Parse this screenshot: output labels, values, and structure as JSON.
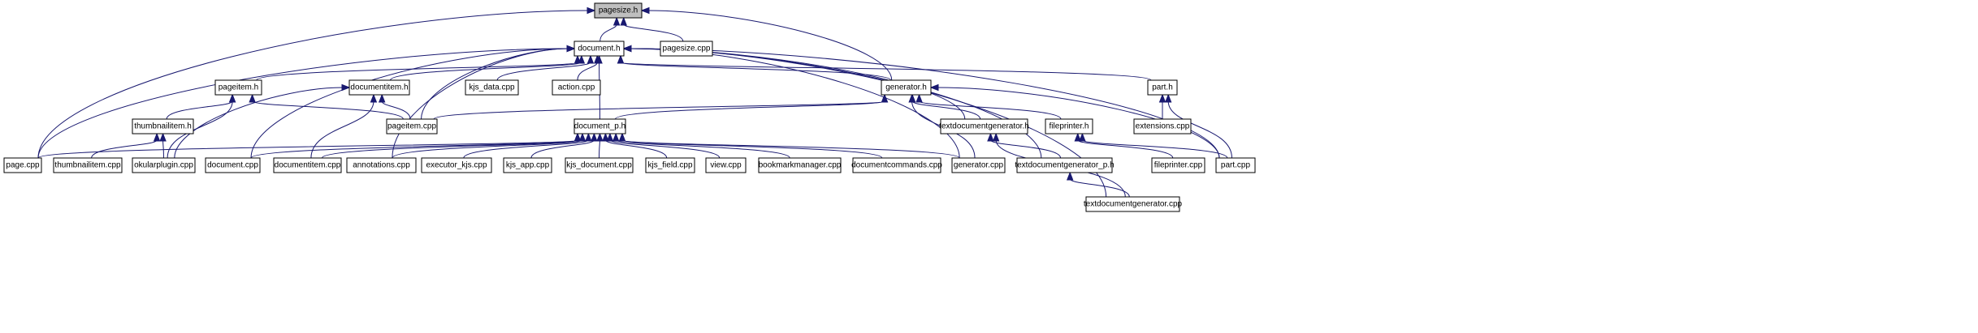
{
  "graph": {
    "title": "pagesize.h include dependency graph",
    "root": "pagesize.h",
    "colors": {
      "edge": "#191970",
      "root_fill": "#bfbfbf",
      "node_fill": "#ffffff",
      "border": "#000000"
    },
    "nodes": [
      {
        "id": "pagesize_h",
        "label": "pagesize.h",
        "root": true
      },
      {
        "id": "document_h",
        "label": "document.h"
      },
      {
        "id": "pagesize_cpp",
        "label": "pagesize.cpp"
      },
      {
        "id": "pageitem_h",
        "label": "pageitem.h"
      },
      {
        "id": "documentitem_h",
        "label": "documentitem.h"
      },
      {
        "id": "kjs_data_cpp",
        "label": "kjs_data.cpp"
      },
      {
        "id": "action_cpp",
        "label": "action.cpp"
      },
      {
        "id": "generator_h",
        "label": "generator.h"
      },
      {
        "id": "part_h",
        "label": "part.h"
      },
      {
        "id": "thumbnailitem_h",
        "label": "thumbnailitem.h"
      },
      {
        "id": "pageitem_cpp",
        "label": "pageitem.cpp"
      },
      {
        "id": "document_p_h",
        "label": "document_p.h"
      },
      {
        "id": "textdocumentgenerator_h",
        "label": "textdocumentgenerator.h"
      },
      {
        "id": "fileprinter_h",
        "label": "fileprinter.h"
      },
      {
        "id": "extensions_cpp",
        "label": "extensions.cpp"
      },
      {
        "id": "page_cpp",
        "label": "page.cpp"
      },
      {
        "id": "thumbnailitem_cpp",
        "label": "thumbnailitem.cpp"
      },
      {
        "id": "okularplugin_cpp",
        "label": "okularplugin.cpp"
      },
      {
        "id": "document_cpp",
        "label": "document.cpp"
      },
      {
        "id": "documentitem_cpp",
        "label": "documentitem.cpp"
      },
      {
        "id": "annotations_cpp",
        "label": "annotations.cpp"
      },
      {
        "id": "executor_kjs_cpp",
        "label": "executor_kjs.cpp"
      },
      {
        "id": "kjs_app_cpp",
        "label": "kjs_app.cpp"
      },
      {
        "id": "kjs_document_cpp",
        "label": "kjs_document.cpp"
      },
      {
        "id": "kjs_field_cpp",
        "label": "kjs_field.cpp"
      },
      {
        "id": "view_cpp",
        "label": "view.cpp"
      },
      {
        "id": "bookmarkmanager_cpp",
        "label": "bookmarkmanager.cpp"
      },
      {
        "id": "documentcommands_cpp",
        "label": "documentcommands.cpp"
      },
      {
        "id": "generator_cpp",
        "label": "generator.cpp"
      },
      {
        "id": "textdocumentgenerator_p_h",
        "label": "textdocumentgenerator_p.h"
      },
      {
        "id": "fileprinter_cpp",
        "label": "fileprinter.cpp"
      },
      {
        "id": "part_cpp",
        "label": "part.cpp"
      },
      {
        "id": "textdocumentgenerator_cpp",
        "label": "textdocumentgenerator.cpp"
      }
    ],
    "edges": [
      [
        "page_cpp",
        "pagesize_h"
      ],
      [
        "document_h",
        "pagesize_h"
      ],
      [
        "generator_h",
        "pagesize_h"
      ],
      [
        "pagesize_cpp",
        "pagesize_h"
      ],
      [
        "page_cpp",
        "document_h"
      ],
      [
        "pageitem_h",
        "document_h"
      ],
      [
        "documentitem_h",
        "document_h"
      ],
      [
        "kjs_data_cpp",
        "document_h"
      ],
      [
        "action_cpp",
        "document_h"
      ],
      [
        "generator_h",
        "document_h"
      ],
      [
        "part_h",
        "document_h"
      ],
      [
        "pageitem_cpp",
        "document_h"
      ],
      [
        "document_p_h",
        "document_h"
      ],
      [
        "textdocumentgenerator_h",
        "document_h"
      ],
      [
        "document_cpp",
        "document_h"
      ],
      [
        "annotations_cpp",
        "document_h"
      ],
      [
        "generator_cpp",
        "document_h"
      ],
      [
        "textdocumentgenerator_p_h",
        "document_h"
      ],
      [
        "part_cpp",
        "document_h"
      ],
      [
        "textdocumentgenerator_cpp",
        "document_h"
      ],
      [
        "thumbnailitem_h",
        "pageitem_h"
      ],
      [
        "pageitem_cpp",
        "pageitem_h"
      ],
      [
        "okularplugin_cpp",
        "pageitem_h"
      ],
      [
        "pageitem_cpp",
        "documentitem_h"
      ],
      [
        "okularplugin_cpp",
        "documentitem_h"
      ],
      [
        "documentitem_cpp",
        "documentitem_h"
      ],
      [
        "pageitem_cpp",
        "generator_h"
      ],
      [
        "document_p_h",
        "generator_h"
      ],
      [
        "textdocumentgenerator_h",
        "generator_h"
      ],
      [
        "fileprinter_h",
        "generator_h"
      ],
      [
        "generator_cpp",
        "generator_h"
      ],
      [
        "part_cpp",
        "generator_h"
      ],
      [
        "extensions_cpp",
        "part_h"
      ],
      [
        "part_cpp",
        "part_h"
      ],
      [
        "thumbnailitem_cpp",
        "thumbnailitem_h"
      ],
      [
        "okularplugin_cpp",
        "thumbnailitem_h"
      ],
      [
        "page_cpp",
        "document_p_h"
      ],
      [
        "document_cpp",
        "document_p_h"
      ],
      [
        "documentitem_cpp",
        "document_p_h"
      ],
      [
        "annotations_cpp",
        "document_p_h"
      ],
      [
        "executor_kjs_cpp",
        "document_p_h"
      ],
      [
        "kjs_app_cpp",
        "document_p_h"
      ],
      [
        "kjs_document_cpp",
        "document_p_h"
      ],
      [
        "kjs_field_cpp",
        "document_p_h"
      ],
      [
        "view_cpp",
        "document_p_h"
      ],
      [
        "bookmarkmanager_cpp",
        "document_p_h"
      ],
      [
        "documentcommands_cpp",
        "document_p_h"
      ],
      [
        "generator_cpp",
        "document_p_h"
      ],
      [
        "textdocumentgenerator_p_h",
        "textdocumentgenerator_h"
      ],
      [
        "textdocumentgenerator_cpp",
        "textdocumentgenerator_h"
      ],
      [
        "fileprinter_cpp",
        "fileprinter_h"
      ],
      [
        "part_cpp",
        "fileprinter_h"
      ],
      [
        "textdocumentgenerator_cpp",
        "textdocumentgenerator_p_h"
      ]
    ]
  }
}
